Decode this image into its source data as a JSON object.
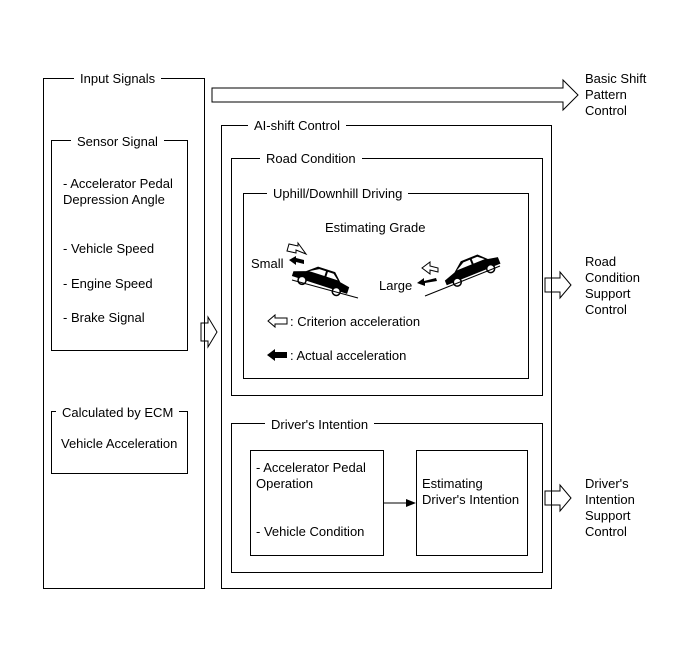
{
  "input_signals": {
    "title": "Input Signals",
    "sensor_signal": {
      "title": "Sensor Signal",
      "items": [
        "- Accelerator Pedal\nDepression Angle",
        "- Vehicle Speed",
        "- Engine Speed",
        "- Brake Signal"
      ]
    },
    "calculated": {
      "title": "Calculated by ECM",
      "value": "Vehicle Acceleration"
    }
  },
  "ai_shift": {
    "title": "AI-shift Control",
    "road_condition": {
      "title": "Road Condition",
      "uphill": {
        "title": "Uphill/Downhill Driving",
        "estimating_grade": "Estimating Grade",
        "small_label": "Small",
        "large_label": "Large",
        "legend_criterion": ": Criterion acceleration",
        "legend_actual": ": Actual acceleration"
      }
    },
    "drivers_intention": {
      "title": "Driver's Intention",
      "inputs": [
        "- Accelerator Pedal\nOperation",
        "- Vehicle Condition"
      ],
      "result": "Estimating\nDriver's Intention"
    }
  },
  "outputs": {
    "basic": "Basic Shift\nPattern\nControl",
    "road": "Road\nCondition\nSupport\nControl",
    "driver": "Driver's\nIntention\nSupport\nControl"
  }
}
